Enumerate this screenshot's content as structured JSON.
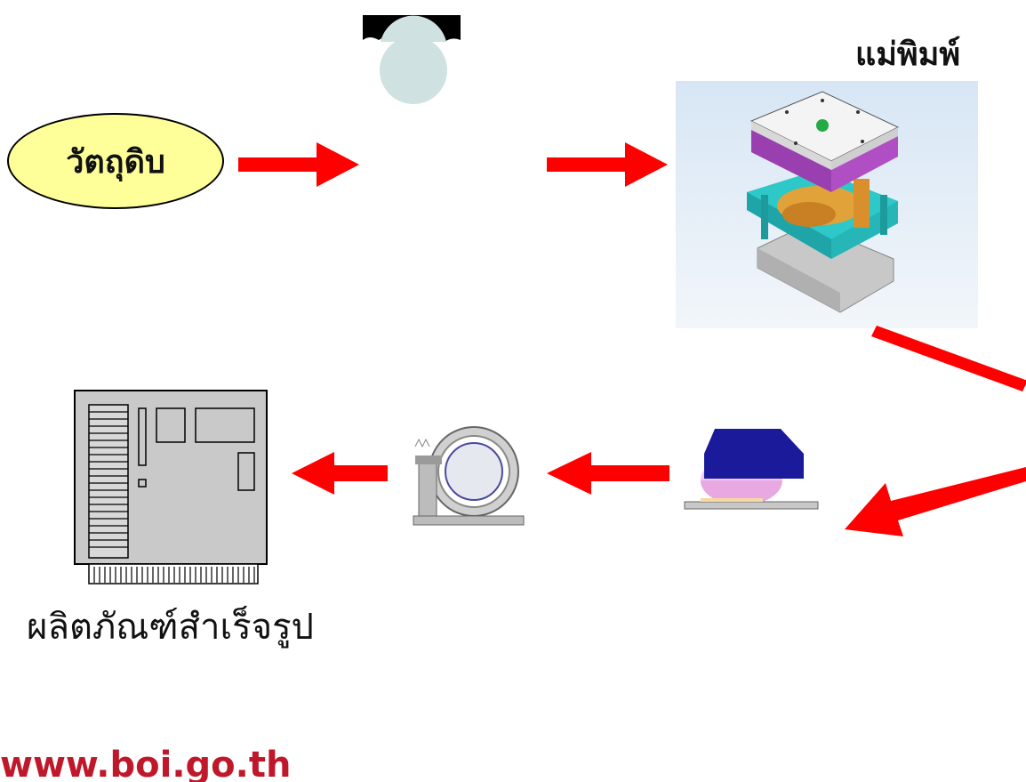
{
  "nodes": {
    "raw_material": "วัตถุดิบ",
    "mold": "แม่พิมพ์",
    "finished_product": "ผลิตภัณฑ์สำเร็จรูป"
  },
  "footer": {
    "website": "www.boi.go.th"
  },
  "colors": {
    "arrow": "#ff0000",
    "ellipse_fill": "#ffff99",
    "website": "#c0182b"
  }
}
